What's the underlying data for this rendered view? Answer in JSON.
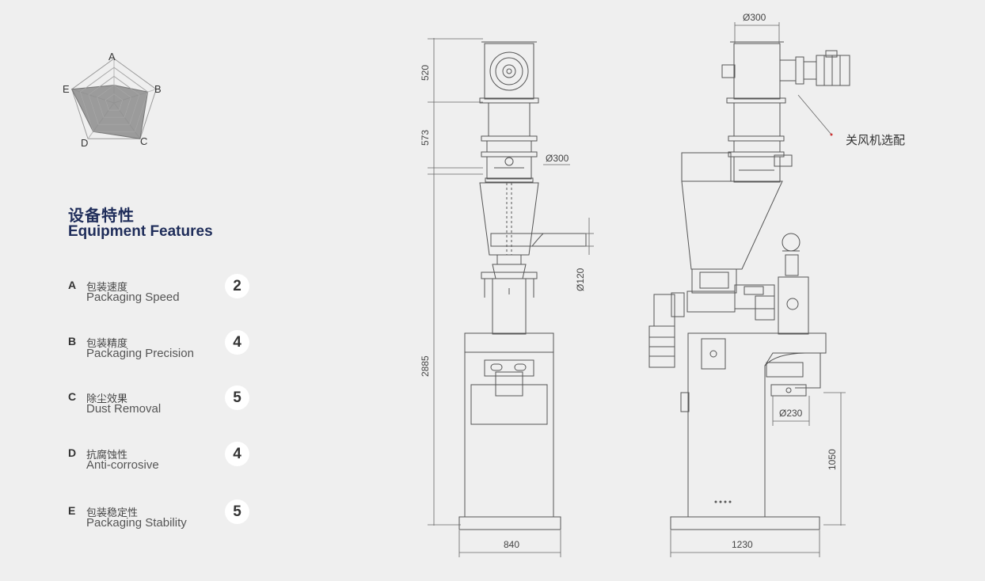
{
  "radar": {
    "axes": [
      "A",
      "B",
      "C",
      "D",
      "E"
    ],
    "max": 5,
    "values": [
      2,
      4,
      5,
      4,
      5
    ]
  },
  "section": {
    "title_cn": "设备特性",
    "title_en": "Equipment Features"
  },
  "features": [
    {
      "letter": "A",
      "cn": "包装速度",
      "en": "Packaging Speed",
      "score": "2"
    },
    {
      "letter": "B",
      "cn": "包装精度",
      "en": "Packaging Precision",
      "score": "4"
    },
    {
      "letter": "C",
      "cn": "除尘效果",
      "en": "Dust Removal",
      "score": "5"
    },
    {
      "letter": "D",
      "cn": "抗腐蚀性",
      "en": "Anti-corrosive",
      "score": "4"
    },
    {
      "letter": "E",
      "cn": "包装稳定性",
      "en": "Packaging Stability",
      "score": "5"
    }
  ],
  "drawing": {
    "dims": {
      "d_top_front": "Ø300",
      "d_top_side": "Ø300",
      "h_520": "520",
      "h_573": "573",
      "h_2885": "2885",
      "d_120": "Ø120",
      "w_840": "840",
      "w_1230": "1230",
      "d_230": "Ø230",
      "h_1050": "1050"
    },
    "note": "关风机选配"
  },
  "colors": {
    "title": "#1f2d5a",
    "radar_fill": "#8c8c8c",
    "line": "#555555",
    "background": "#efefef"
  }
}
